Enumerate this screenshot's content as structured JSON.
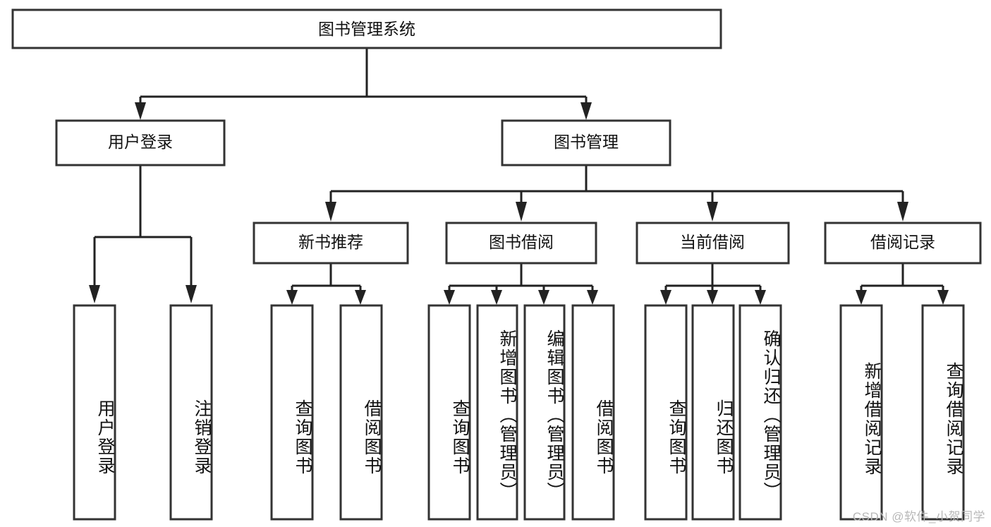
{
  "diagram": {
    "type": "tree-hierarchy",
    "title": "图书管理系统",
    "root": {
      "label": "图书管理系统"
    },
    "level1": [
      {
        "label": "用户登录"
      },
      {
        "label": "图书管理"
      }
    ],
    "level2": [
      {
        "label": "新书推荐",
        "parent": "图书管理"
      },
      {
        "label": "图书借阅",
        "parent": "图书管理"
      },
      {
        "label": "当前借阅",
        "parent": "图书管理"
      },
      {
        "label": "借阅记录",
        "parent": "图书管理"
      }
    ],
    "leaves": {
      "user_login": [
        {
          "label": "用户登录"
        },
        {
          "label": "注销登录"
        }
      ],
      "new_book_recommend": [
        {
          "label": "查询图书"
        },
        {
          "label": "借阅图书"
        }
      ],
      "book_borrow": [
        {
          "label": "查询图书"
        },
        {
          "label": "新增图书（管理员）"
        },
        {
          "label": "编辑图书（管理员）"
        },
        {
          "label": "借阅图书"
        }
      ],
      "current_borrow": [
        {
          "label": "查询图书"
        },
        {
          "label": "归还图书"
        },
        {
          "label": "确认归还（管理员）"
        }
      ],
      "borrow_record": [
        {
          "label": "新增借阅记录"
        },
        {
          "label": "查询借阅记录"
        }
      ]
    },
    "colors": {
      "box_stroke": "#333333",
      "box_fill": "#ffffff",
      "connector": "#222222",
      "text": "#111111",
      "watermark": "#b8b8b8",
      "background": "#ffffff"
    }
  },
  "watermark": {
    "text": "CSDN @软件_小贺同学"
  }
}
